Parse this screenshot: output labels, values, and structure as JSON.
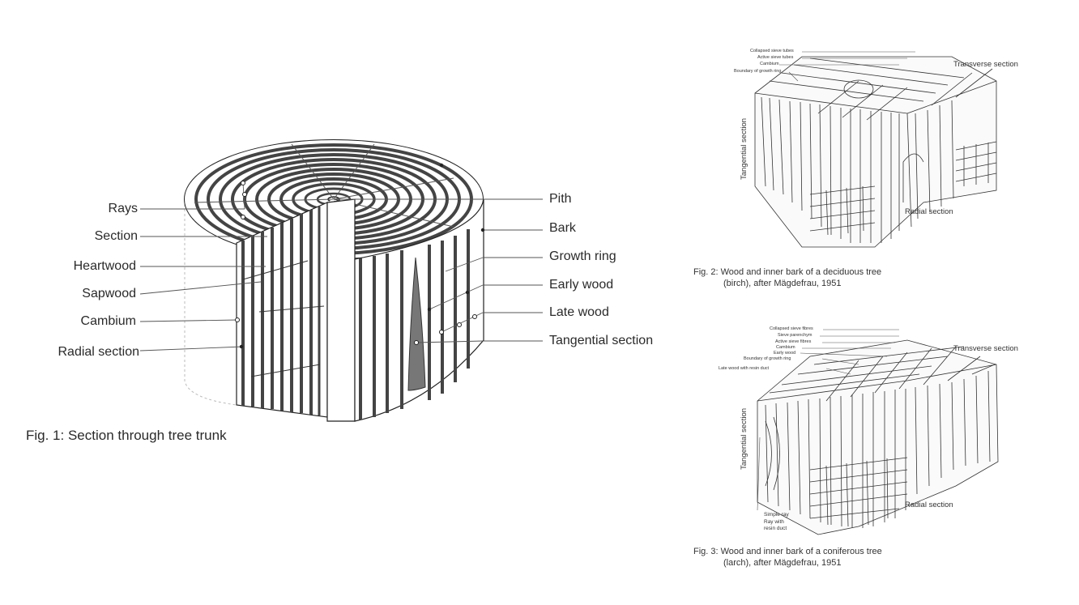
{
  "fig1": {
    "left_labels": [
      "Rays",
      "Section",
      "Heartwood",
      "Sapwood",
      "Cambium",
      "Radial section"
    ],
    "right_labels": [
      "Pith",
      "Bark",
      "Growth ring",
      "Early wood",
      "Late wood",
      "Tangential section"
    ],
    "caption": "Fig. 1: Section through tree trunk"
  },
  "fig2": {
    "small_labels": [
      "Collapsed sieve tubes",
      "Active sieve tubes",
      "Cambium",
      "Boundary of growth ring"
    ],
    "transverse": "Transverse section",
    "tangential": "Tangential section",
    "radial": "Radial section",
    "caption_line1": "Fig. 2:  Wood and inner bark of a deciduous tree",
    "caption_line2": "(birch), after Mägdefrau, 1951"
  },
  "fig3": {
    "small_labels": [
      "Collapsed sieve fibres",
      "Sieve parenchym",
      "Active sieve fibres",
      "Cambium",
      "Early wood",
      "Boundary of growth ring",
      "Late wood with resin duct"
    ],
    "transverse": "Transverse section",
    "tangential": "Tangential section",
    "radial": "Radial section",
    "ray_labels": [
      "Simple ray",
      "Ray with",
      "resin duct"
    ],
    "caption_line1": "Fig. 3:  Wood and inner bark of a coniferous tree",
    "caption_line2": "(larch), after Mägdefrau, 1951"
  }
}
